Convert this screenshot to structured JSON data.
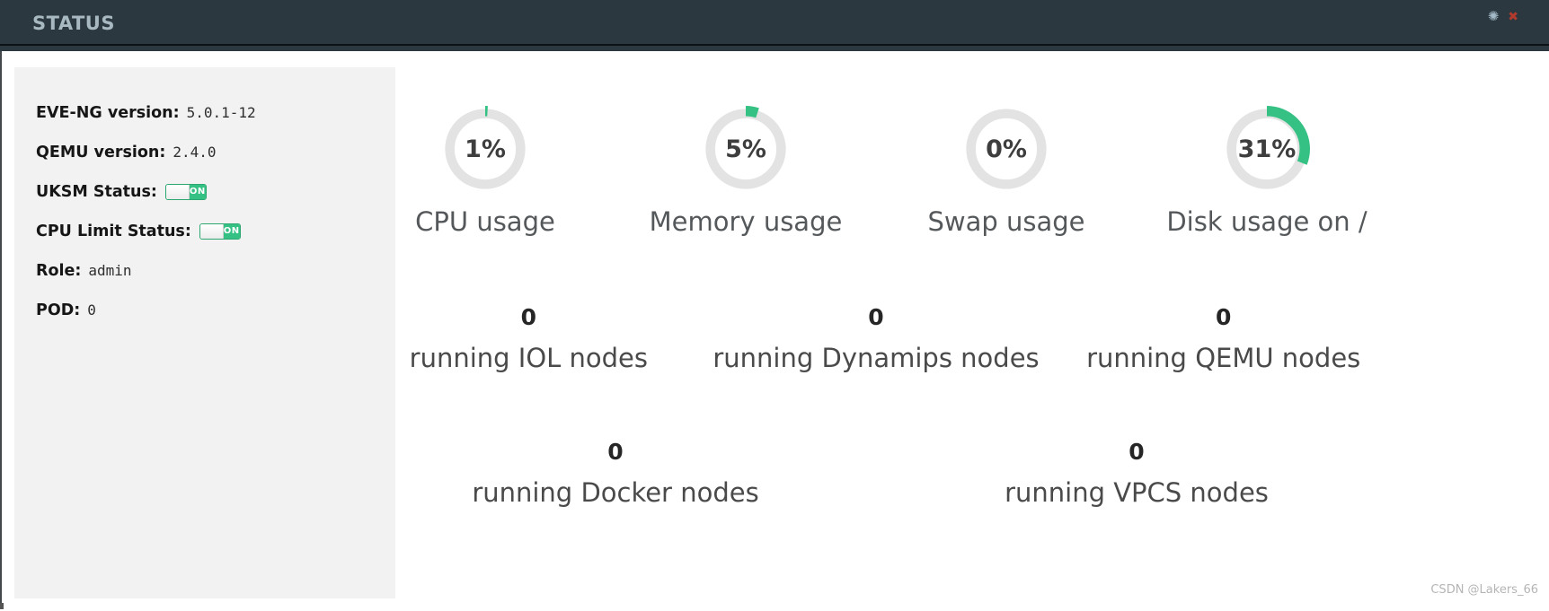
{
  "header": {
    "title": "STATUS",
    "refresh_icon": "✺",
    "close_icon": "✖"
  },
  "sidebar": {
    "items": [
      {
        "label": "EVE-NG version:",
        "value": "5.0.1-12",
        "type": "text"
      },
      {
        "label": "QEMU version:",
        "value": "2.4.0",
        "type": "text"
      },
      {
        "label": "UKSM Status:",
        "value": "ON",
        "type": "toggle"
      },
      {
        "label": "CPU Limit Status:",
        "value": "ON",
        "type": "toggle"
      },
      {
        "label": "Role:",
        "value": "admin",
        "type": "text"
      },
      {
        "label": "POD:",
        "value": "0",
        "type": "text"
      }
    ]
  },
  "gauges": [
    {
      "percent": 1,
      "display": "1%",
      "label": "CPU usage"
    },
    {
      "percent": 5,
      "display": "5%",
      "label": "Memory usage"
    },
    {
      "percent": 0,
      "display": "0%",
      "label": "Swap usage"
    },
    {
      "percent": 31,
      "display": "31%",
      "label": "Disk usage on /"
    }
  ],
  "counters_row1": [
    {
      "value": "0",
      "label": "running IOL nodes"
    },
    {
      "value": "0",
      "label": "running Dynamips nodes"
    },
    {
      "value": "0",
      "label": "running QEMU nodes"
    }
  ],
  "counters_row2": [
    {
      "value": "0",
      "label": "running Docker nodes"
    },
    {
      "value": "0",
      "label": "running VPCS nodes"
    }
  ],
  "watermark": "CSDN @Lakers_66",
  "colors": {
    "accent_green": "#35c084",
    "header_bg": "#2c3840",
    "ring_gray": "#e3e3e3",
    "close_red": "#b23b2e"
  }
}
